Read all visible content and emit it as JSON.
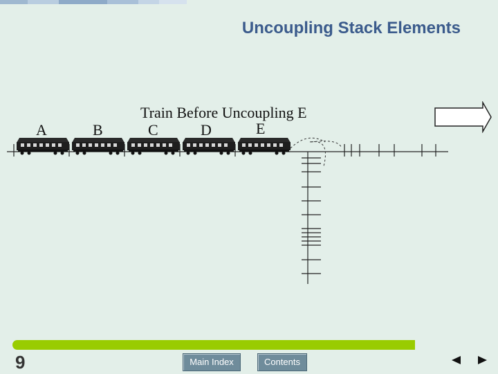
{
  "slide": {
    "title": "Uncoupling Stack Elements",
    "page_number": "9"
  },
  "diagram": {
    "caption": "Train Before Uncoupling E",
    "cars": [
      "A",
      "B",
      "C",
      "D",
      "E"
    ]
  },
  "footer": {
    "main_index_label": "Main Index",
    "contents_label": "Contents",
    "accent_color": "#99cc00"
  },
  "icons": {
    "direction": "arrow-right-icon",
    "prev": "triangle-left-icon",
    "next": "triangle-right-icon"
  }
}
